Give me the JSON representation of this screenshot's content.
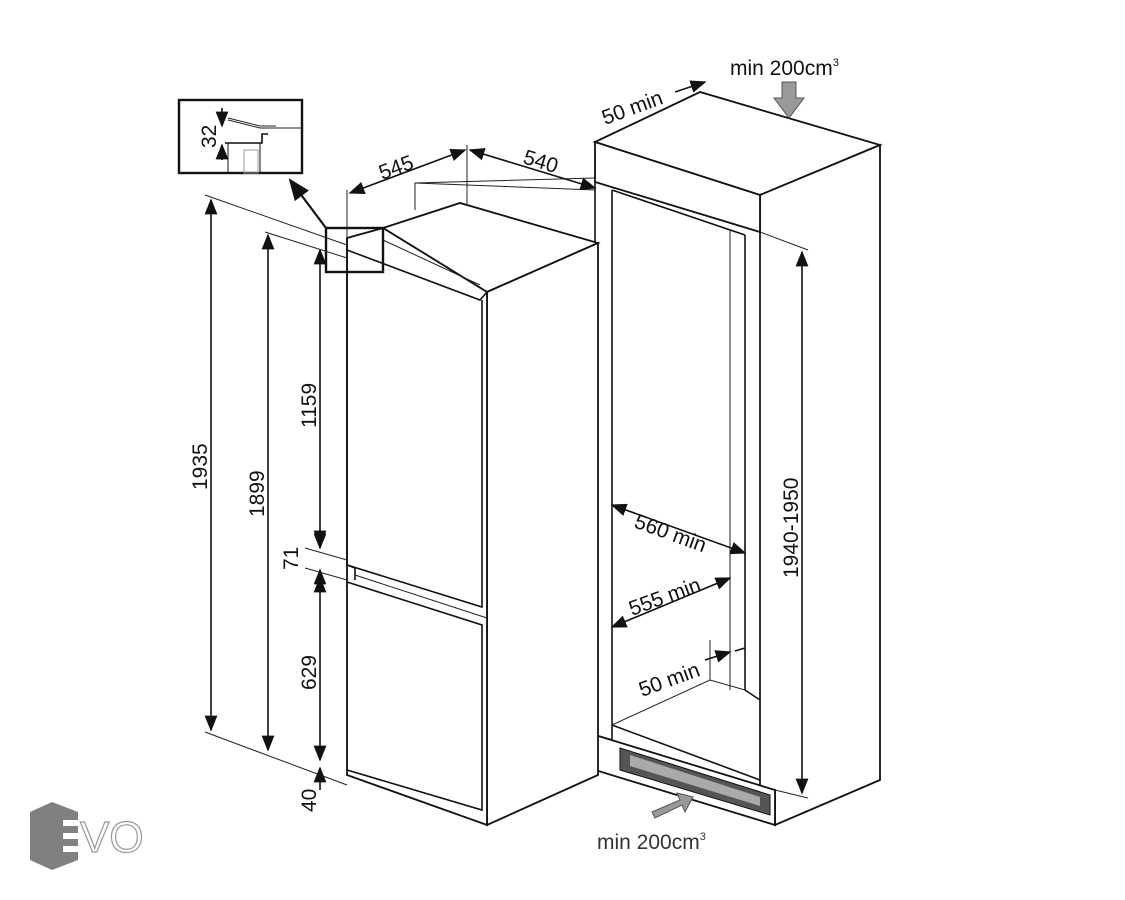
{
  "labels": {
    "vent_top": "min 200cm",
    "vent_top_sup": "3",
    "top_gap": "50 min",
    "depth_545": "545",
    "depth_540": "540",
    "inset_32": "32",
    "height_1935": "1935",
    "height_1899": "1899",
    "height_1159": "1159",
    "gap_71": "71",
    "height_629": "629",
    "base_40": "40",
    "width_560": "560 min",
    "width_555": "555 min",
    "side_gap": "50 min",
    "niche_height": "1940-1950",
    "vent_bottom": "min 200cm",
    "vent_bottom_sup": "3"
  },
  "logo": {
    "text": "EVO",
    "color": "#808080"
  },
  "colors": {
    "arrow_gray": "#999999",
    "line": "#111111"
  }
}
